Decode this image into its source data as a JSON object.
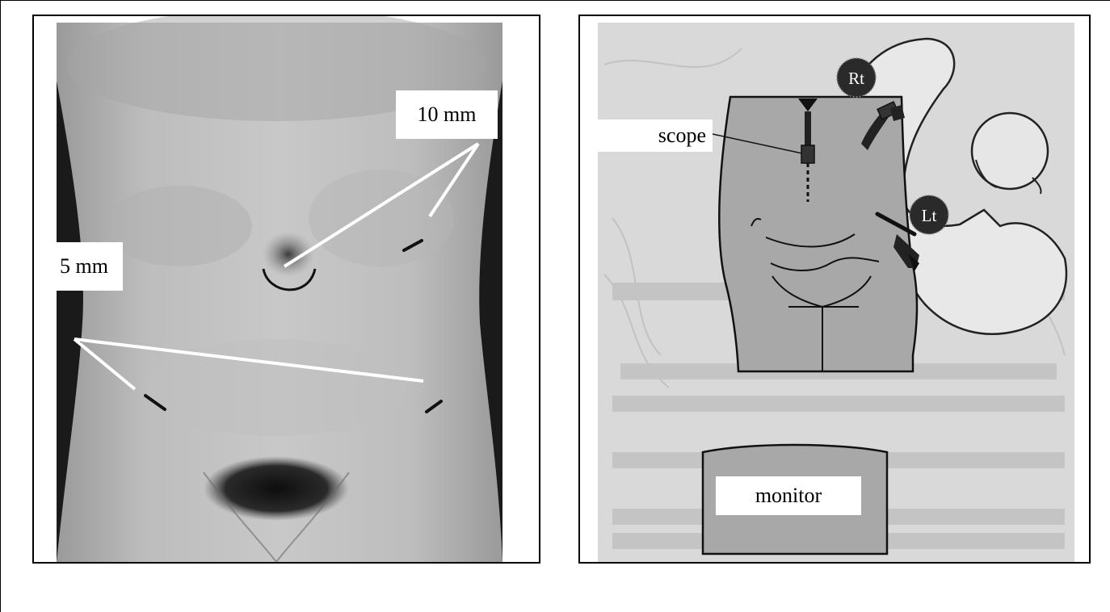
{
  "figure": {
    "left_panel": {
      "labels": {
        "port_10mm": "10 mm",
        "port_5mm": "5 mm"
      }
    },
    "right_panel": {
      "labels": {
        "scope": "scope",
        "monitor": "monitor",
        "right_hand": "Rt",
        "left_hand": "Lt"
      }
    }
  },
  "colors": {
    "frame": "#000000",
    "pointer_line": "#ffffff",
    "torso_fill": "#c4c4c4",
    "background_shadow": "#1a1a1a",
    "drawing_fill": "#a8a8a8",
    "badge_fill": "#2a2a2a"
  }
}
